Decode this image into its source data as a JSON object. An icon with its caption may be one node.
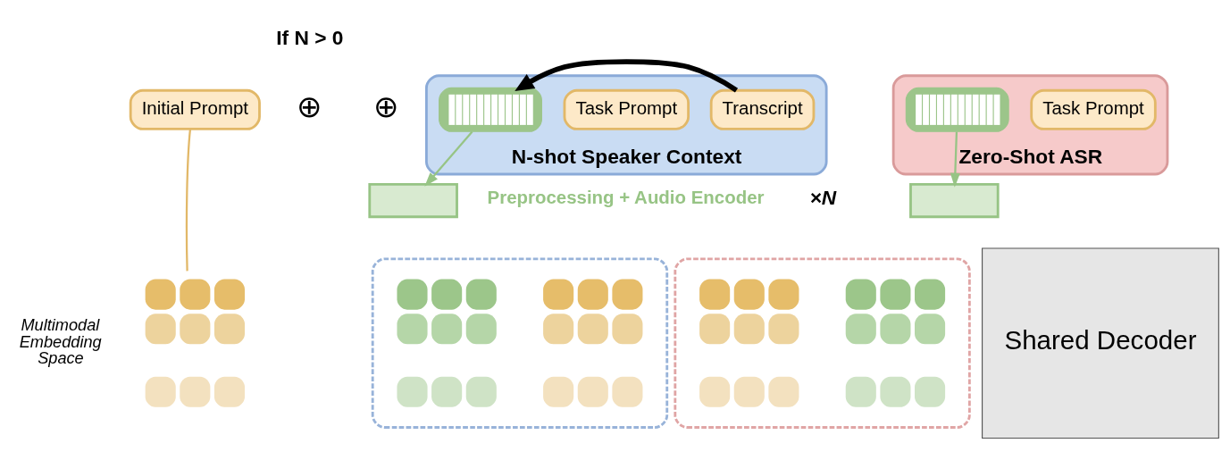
{
  "diagram": {
    "nodes": [
      {
        "text": [
          "Initial Prompt"
        ]
      },
      {
        "text": [
          "N-shot Speaker Context"
        ],
        "beside": [
          "×N"
        ]
      },
      {
        "text": [],
        "shape": "picture",
        "in": 1
      },
      {
        "text": [
          "Task Prompt"
        ],
        "in": 1
      },
      {
        "text": [
          "Transcript"
        ],
        "in": 1
      },
      {
        "text": [
          "Zero-Shot ASR"
        ]
      },
      {
        "text": [],
        "shape": "picture",
        "in": 5
      },
      {
        "text": [
          "Task Prompt"
        ],
        "in": 5
      },
      {
        "text": [],
        "shape": "trapezoid"
      },
      {
        "text": [],
        "shape": "trapezoid"
      },
      {
        "text": [],
        "shape": "grid"
      },
      {
        "text": [],
        "shape": "box"
      },
      {
        "text": [],
        "shape": "grid",
        "in": 11
      },
      {
        "text": [],
        "shape": "grid",
        "in": 11
      },
      {
        "text": [],
        "shape": "box"
      },
      {
        "text": [],
        "shape": "grid",
        "in": 14
      },
      {
        "text": [],
        "shape": "grid",
        "in": 14
      },
      {
        "text": [
          "Shared Decoder"
        ]
      }
    ],
    "edges": [
      {
        "from": 0,
        "to": 10,
        "arrow": "none",
        "color": "#e2b868"
      },
      {
        "from": 1,
        "to": 2,
        "arrow": "to",
        "style": "thick",
        "color": "#000000"
      },
      {
        "from": 2,
        "to": 8,
        "arrow": "to"
      },
      {
        "from": 6,
        "to": 9,
        "arrow": "to"
      }
    ],
    "labels": [
      "If N > 0",
      "⊕",
      "⊕",
      "Preprocessing + Audio Encoder",
      "Multimodal Embedding Space"
    ]
  }
}
